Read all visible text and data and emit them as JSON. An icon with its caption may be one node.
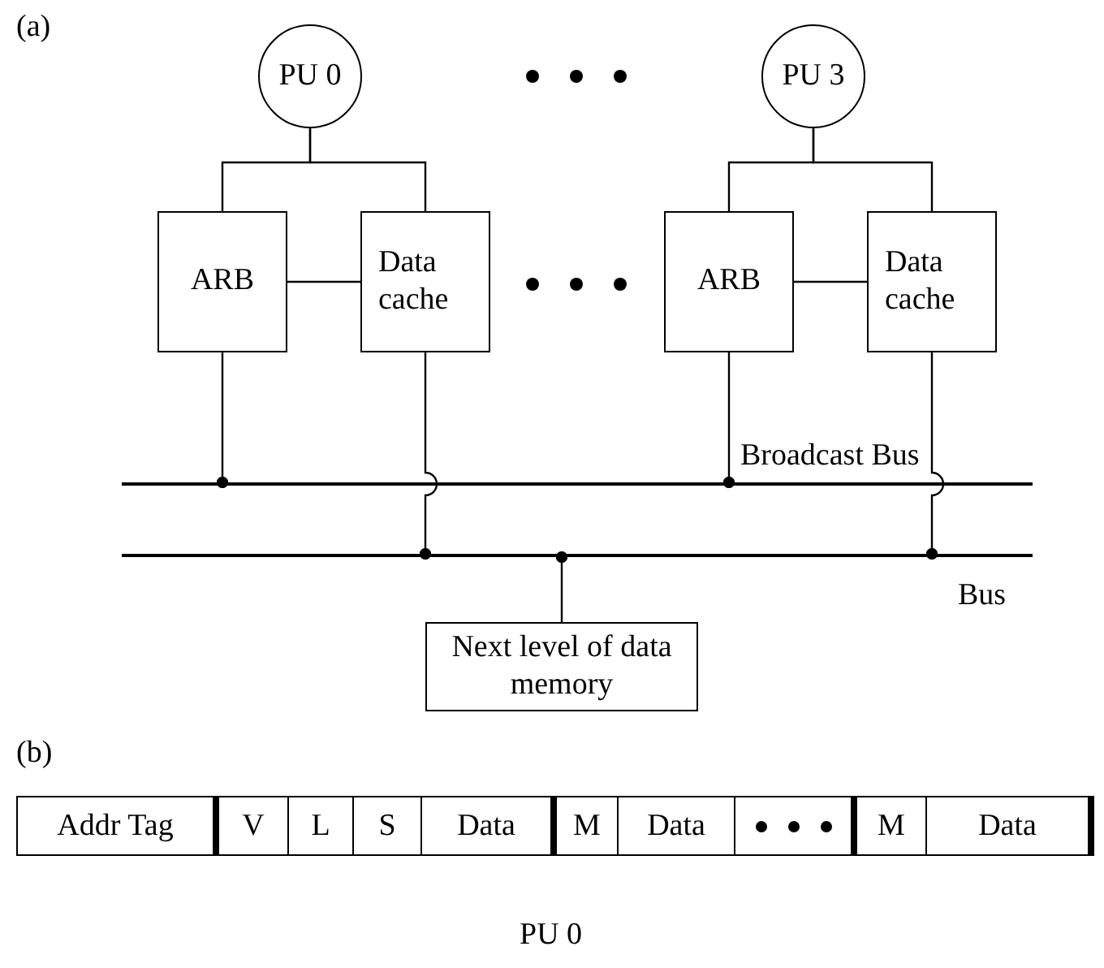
{
  "diagram": {
    "nodes": [
      {
        "text": [
          "PU 0"
        ]
      },
      {
        "text": [
          "PU 3"
        ]
      },
      {
        "text": [
          "ARB"
        ]
      },
      {
        "text": [
          "Data cache"
        ]
      },
      {
        "text": [
          "ARB"
        ]
      },
      {
        "text": [
          "Data cache"
        ]
      },
      {
        "text": [],
        "shape": "bar",
        "beside": [
          "Broadcast Bus"
        ]
      },
      {
        "text": [],
        "shape": "bar",
        "beside": [
          "Bus"
        ]
      },
      {
        "text": [
          "Next level of data memory"
        ]
      }
    ],
    "edges": [
      {
        "from": 0,
        "to": 2,
        "arrow": "none"
      },
      {
        "from": 0,
        "to": 3,
        "arrow": "none"
      },
      {
        "from": 2,
        "to": 3,
        "arrow": "none"
      },
      {
        "from": 1,
        "to": 4,
        "arrow": "none"
      },
      {
        "from": 1,
        "to": 5,
        "arrow": "none"
      },
      {
        "from": 4,
        "to": 5,
        "arrow": "none"
      },
      {
        "from": 2,
        "to": 6,
        "arrow": "other"
      },
      {
        "from": 4,
        "to": 6,
        "arrow": "other"
      },
      {
        "from": 3,
        "to": 7,
        "arrow": "other"
      },
      {
        "from": 5,
        "to": 7,
        "arrow": "other"
      },
      {
        "from": 7,
        "to": 8,
        "arrow": "other"
      }
    ],
    "labels": [
      "(a)",
      "(b)",
      "Addr Tag",
      "V",
      "L",
      "S",
      "Data",
      "M",
      "Data",
      "M",
      "Data",
      "PU 0"
    ]
  }
}
